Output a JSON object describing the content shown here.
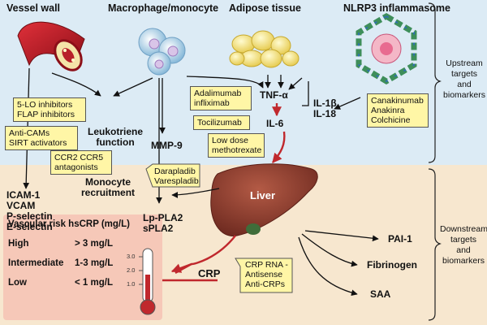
{
  "headers": {
    "vessel": "Vessel wall",
    "macrophage": "Macrophage/monocyte",
    "adipose": "Adipose tissue",
    "nlrp3": "NLRP3 inflammasome"
  },
  "side_labels": {
    "upstream": [
      "Upstream",
      "targets",
      "and",
      "biomarkers"
    ],
    "downstream": [
      "Downstream",
      "targets",
      "and",
      "biomarkers"
    ]
  },
  "drug_boxes": {
    "lo": [
      "5-LO inhibitors",
      "FLAP inhibitors"
    ],
    "cams": [
      "Anti-CAMs",
      "SIRT activators"
    ],
    "ccr": [
      "CCR2 CCR5",
      "antagonists"
    ],
    "adalimumab": [
      "Adalimumab",
      "infliximab"
    ],
    "tocilizumab": [
      "Tocilizumab"
    ],
    "methotrexate": [
      "Low dose",
      "methotrexate"
    ],
    "darapladib": [
      "Darapladib",
      "Varespladib"
    ],
    "canakinumab": [
      "Canakinumab",
      "Anakinra",
      "Colchicine"
    ],
    "crp_rna": [
      "CRP RNA -",
      "Antisense",
      "Anti-CRPs"
    ]
  },
  "labels": {
    "leukotriene": [
      "Leukotriene",
      "function"
    ],
    "monocyte": [
      "Monocyte",
      "recruitment"
    ],
    "mmp9": "MMP-9",
    "tnf": "TNF-α",
    "il6": "IL-6",
    "il1": [
      "IL-1β",
      "IL-18"
    ],
    "cams_list": [
      "ICAM-1",
      "VCAM",
      "P-selectin",
      "E-selectin"
    ],
    "lppla2": [
      "Lp-PLA2",
      "sPLA2"
    ],
    "liver": "Liver",
    "crp": "CRP",
    "pai1": "PAI-1",
    "fibrinogen": "Fibrinogen",
    "saa": "SAA"
  },
  "risk_table": {
    "header": "Vascular risk hsCRP (mg/L)",
    "rows": [
      {
        "level": "High",
        "value": "> 3 mg/L"
      },
      {
        "level": "Intermediate",
        "value": "1-3 mg/L"
      },
      {
        "level": "Low",
        "value": "< 1 mg/L"
      }
    ],
    "thermometer_ticks": [
      "3.0",
      "2.0",
      "1.0"
    ]
  },
  "colors": {
    "upstream_bg": "#dcebf5",
    "downstream_bg": "#f7e7cf",
    "box_fill": "#fff6a6",
    "red_arrow": "#c0282d",
    "liver": "#8b3a2e",
    "risk_panel": "#f6c8b8"
  }
}
